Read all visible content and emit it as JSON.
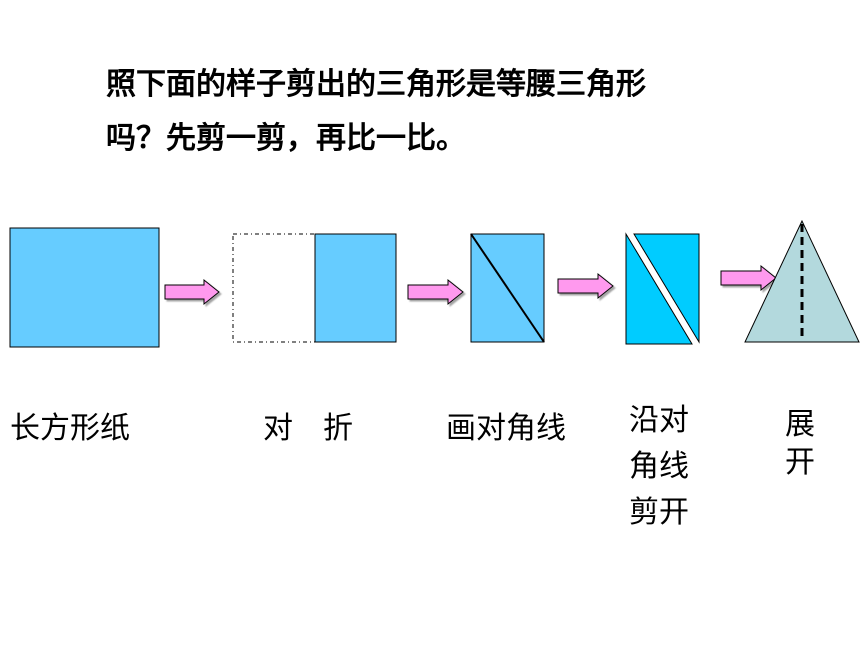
{
  "question": {
    "line1": "照下面的样子剪出的三角形是等腰三角形",
    "line2": "吗？先剪一剪，再比一比。"
  },
  "steps": [
    {
      "id": "paper",
      "lines": [
        "长方形纸"
      ]
    },
    {
      "id": "fold",
      "lines": [
        "对　折"
      ]
    },
    {
      "id": "diagonal",
      "lines": [
        "画对角线"
      ]
    },
    {
      "id": "cut",
      "lines": [
        "沿对",
        "角线",
        "剪开"
      ]
    },
    {
      "id": "unfold",
      "lines": [
        "展",
        "开"
      ]
    }
  ],
  "colors": {
    "rect_fill": "#66ccff",
    "cut_fill": "#00ccff",
    "triangle_fill": "#b3d9dd",
    "arrow_fill": "#ff99ee",
    "outline": "#000000"
  }
}
